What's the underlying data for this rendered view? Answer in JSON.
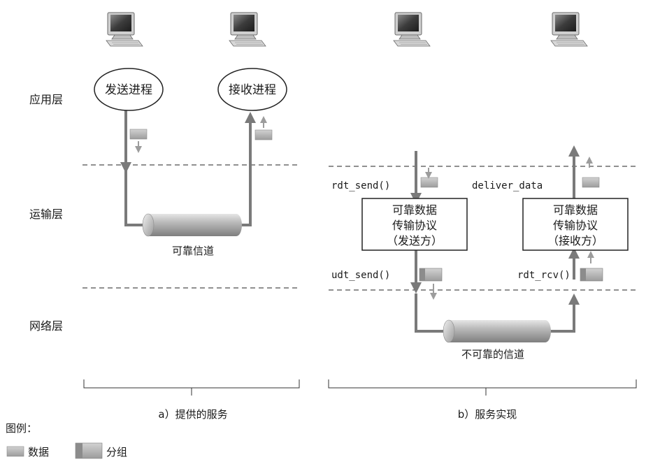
{
  "layers": {
    "application": "应用层",
    "transport": "运输层",
    "network": "网络层"
  },
  "panel_a": {
    "sender_process": "发送进程",
    "receiver_process": "接收进程",
    "reliable_channel": "可靠信道",
    "caption": "a）提供的服务"
  },
  "panel_b": {
    "rdt_send": "rdt_send()",
    "deliver_data": "deliver_data",
    "udt_send": "udt_send()",
    "rdt_rcv": "rdt_rcv()",
    "sender_box": [
      "可靠数据",
      "传输协议",
      "（发送方）"
    ],
    "receiver_box": [
      "可靠数据",
      "传输协议",
      "（接收方）"
    ],
    "unreliable_channel": "不可靠的信道",
    "caption": "b）服务实现"
  },
  "legend": {
    "title": "图例：",
    "data_label": "数据",
    "packet_label": "分组"
  },
  "colors": {
    "arrow": "#7a7a7a",
    "data_block": "#b5b5b5",
    "packet_block": "#9a9a9a",
    "pipe": "#8f8f8f",
    "dashed": "#222222"
  },
  "icons": [
    "computer-icon",
    "computer-icon",
    "computer-icon",
    "computer-icon"
  ]
}
